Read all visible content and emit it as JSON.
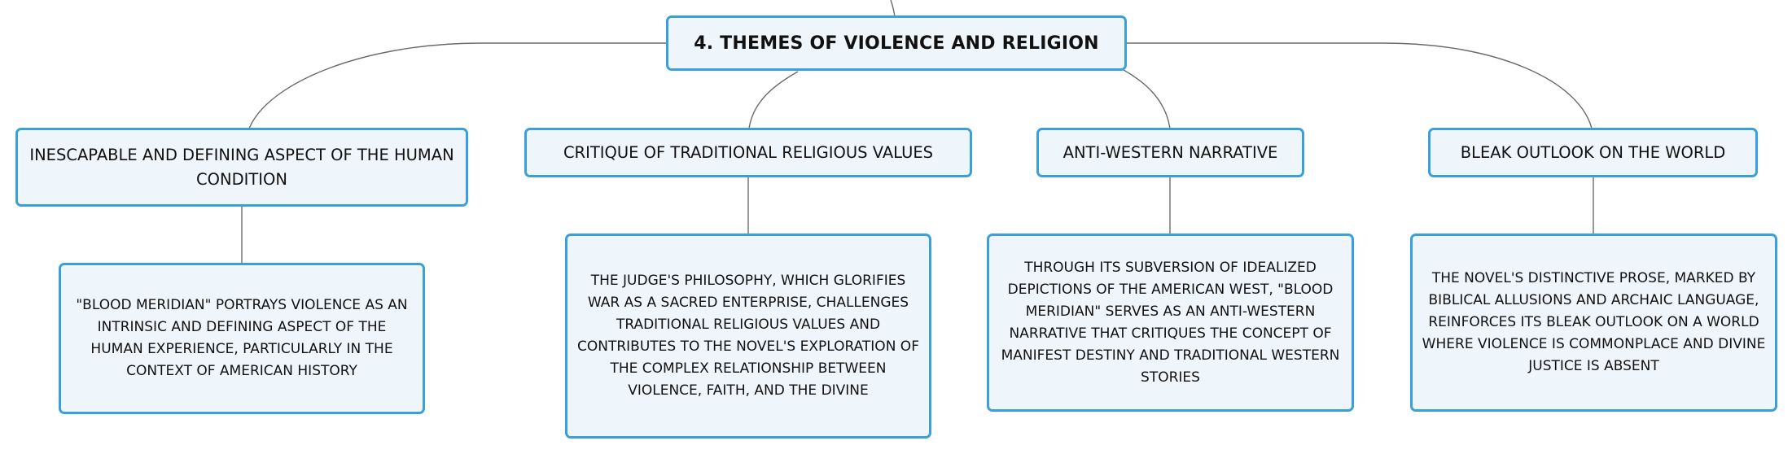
{
  "mindmap": {
    "root": {
      "label": "4. THEMES OF VIOLENCE AND RELIGION"
    },
    "branches": [
      {
        "label": "INESCAPABLE AND DEFINING ASPECT OF THE HUMAN CONDITION",
        "detail": "\"BLOOD MERIDIAN\" PORTRAYS VIOLENCE AS AN INTRINSIC AND DEFINING ASPECT OF THE HUMAN EXPERIENCE, PARTICULARLY IN THE CONTEXT OF AMERICAN HISTORY"
      },
      {
        "label": "CRITIQUE OF TRADITIONAL RELIGIOUS VALUES",
        "detail": "THE JUDGE'S PHILOSOPHY, WHICH GLORIFIES WAR AS A SACRED ENTERPRISE, CHALLENGES TRADITIONAL RELIGIOUS VALUES AND CONTRIBUTES TO THE NOVEL'S EXPLORATION OF THE COMPLEX RELATIONSHIP BETWEEN VIOLENCE, FAITH, AND THE DIVINE"
      },
      {
        "label": "ANTI-WESTERN NARRATIVE",
        "detail": "THROUGH ITS SUBVERSION OF IDEALIZED DEPICTIONS OF THE AMERICAN WEST, \"BLOOD MERIDIAN\" SERVES AS AN ANTI-WESTERN NARRATIVE THAT CRITIQUES THE CONCEPT OF MANIFEST DESTINY AND TRADITIONAL WESTERN STORIES"
      },
      {
        "label": "BLEAK OUTLOOK ON THE WORLD",
        "detail": "THE NOVEL'S DISTINCTIVE PROSE, MARKED BY BIBLICAL ALLUSIONS AND ARCHAIC LANGUAGE, REINFORCES ITS BLEAK OUTLOOK ON A WORLD WHERE VIOLENCE IS COMMONPLACE AND DIVINE JUSTICE IS ABSENT"
      }
    ]
  },
  "colors": {
    "node_border": "#3aa0dc",
    "node_fill": "#eef6fc",
    "connector": "#6b6b6b",
    "text": "#111111"
  }
}
